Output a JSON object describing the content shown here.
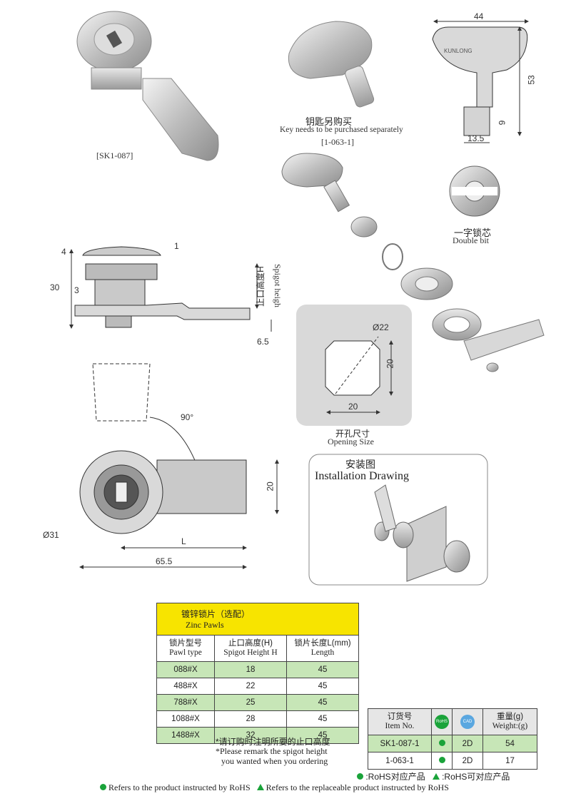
{
  "product": {
    "model_code": "[SK1-087]"
  },
  "key": {
    "title_cn": "钥匙另购买",
    "title_en": "Key needs to be purchased separately",
    "code": "[1-063-1]",
    "brand_mark": "KUNLONG",
    "dims": {
      "width": "44",
      "height": "53",
      "tip": "9",
      "shank": "13.5"
    }
  },
  "bit": {
    "label_cn": "一字锁芯",
    "label_en": "Double bit"
  },
  "side_view": {
    "dims": {
      "top": "4",
      "lip": "1",
      "overall": "30",
      "pawl_thk": "3",
      "pawl_off": "6.5"
    },
    "spigot_cn": "止口高度H",
    "spigot_en": "Spigot heigh"
  },
  "opening": {
    "dims": {
      "diag": "Ø22",
      "h": "20",
      "w": "20"
    },
    "label_cn": "开孔尺寸",
    "label_en": "Opening Size"
  },
  "front_view": {
    "dims": {
      "angle": "90°",
      "pawl_w": "20",
      "dia": "Ø31",
      "L": "L",
      "total": "65.5"
    }
  },
  "installation": {
    "title_cn": "安装图",
    "title_en": "Installation Drawing"
  },
  "pawls_table": {
    "title_cn": "镀锌锁片（选配）",
    "title_en": "Zinc Pawls",
    "headers": [
      {
        "cn": "锁片型号",
        "en": "Pawl type"
      },
      {
        "cn": "止口高度(H)",
        "en": "Spigot Height H"
      },
      {
        "cn": "锁片长度L(mm)",
        "en": "Length"
      }
    ],
    "rows": [
      {
        "type": "088#X",
        "height": "18",
        "length": "45"
      },
      {
        "type": "488#X",
        "height": "22",
        "length": "45"
      },
      {
        "type": "788#X",
        "height": "25",
        "length": "45"
      },
      {
        "type": "1088#X",
        "height": "28",
        "length": "45"
      },
      {
        "type": "1488#X",
        "height": "32",
        "length": "45"
      }
    ],
    "note_cn": "*请订购时注明所要的止口高度",
    "note_en_1": "*Please remark the spigot height",
    "note_en_2": "you wanted when you ordering"
  },
  "order_table": {
    "headers": {
      "item_cn": "订货号",
      "item_en": "Item No.",
      "rohs": "RoHS",
      "cad": "CAD",
      "weight_cn": "重量(g)",
      "weight_en": "Weight:(g)"
    },
    "rows": [
      {
        "item": "SK1-087-1",
        "cad": "2D",
        "weight": "54"
      },
      {
        "item": "1-063-1",
        "cad": "2D",
        "weight": "17"
      }
    ]
  },
  "legend": {
    "rohs_cn": ":RoHS对应产品",
    "rohs_replace_cn": ":RoHS可对应产品",
    "rohs_en": "Refers to the product instructed by RoHS",
    "rohs_replace_en": "Refers to the replaceable product instructed by RoHS",
    "accent": "#1aa33a"
  }
}
